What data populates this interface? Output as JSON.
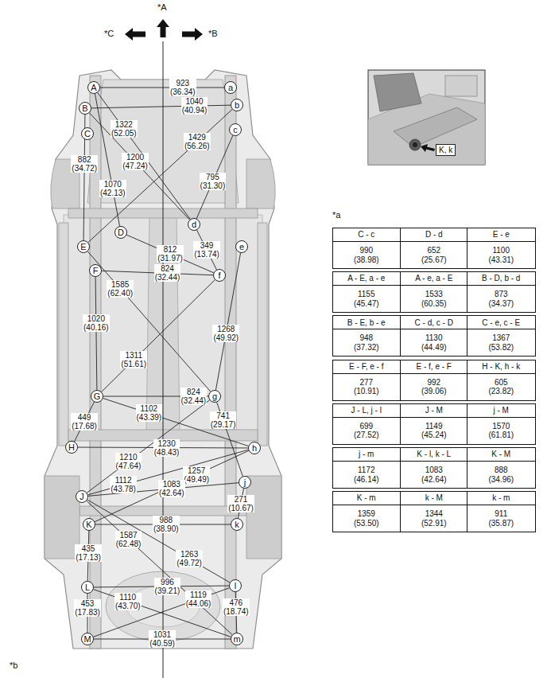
{
  "diagram": {
    "nodes": [
      {
        "text": [
          "A"
        ]
      },
      {
        "text": [
          "a"
        ]
      },
      {
        "text": [
          "B"
        ]
      },
      {
        "text": [
          "b"
        ]
      },
      {
        "text": [
          "C"
        ]
      },
      {
        "text": [
          "c"
        ]
      },
      {
        "text": [
          "D"
        ]
      },
      {
        "text": [
          "d"
        ]
      },
      {
        "text": [
          "E"
        ]
      },
      {
        "text": [
          "e"
        ]
      },
      {
        "text": [
          "F"
        ]
      },
      {
        "text": [
          "f"
        ]
      },
      {
        "text": [
          "G"
        ]
      },
      {
        "text": [
          "g"
        ]
      },
      {
        "text": [
          "H"
        ]
      },
      {
        "text": [
          "h"
        ]
      },
      {
        "text": [
          "J"
        ]
      },
      {
        "text": [
          "j"
        ]
      },
      {
        "text": [
          "K"
        ]
      },
      {
        "text": [
          "k"
        ]
      },
      {
        "text": [
          "L"
        ]
      },
      {
        "text": [
          "l"
        ]
      },
      {
        "text": [
          "M"
        ]
      },
      {
        "text": [
          "m"
        ]
      }
    ],
    "edges": [
      {
        "from": 0,
        "to": 1,
        "arrow": "none",
        "label": "923 (36.34)"
      },
      {
        "from": 2,
        "to": 3,
        "arrow": "none",
        "label": "1040 (40.94)"
      },
      {
        "from": 0,
        "to": 7,
        "arrow": "none",
        "label": "1322 (52.05)"
      },
      {
        "from": 2,
        "to": 7,
        "arrow": "none",
        "label": "1200 (47.24)"
      },
      {
        "from": 3,
        "to": 8,
        "arrow": "none",
        "label": "1429 (56.26)"
      },
      {
        "from": 5,
        "to": 7,
        "arrow": "none",
        "label": "795 (31.30)"
      },
      {
        "from": 2,
        "to": 8,
        "arrow": "none",
        "label": "882 (34.72)"
      },
      {
        "from": 0,
        "to": 6,
        "arrow": "none",
        "label": "1070 (42.13)"
      },
      {
        "from": 6,
        "to": 11,
        "arrow": "none",
        "label": "812 (31.97)"
      },
      {
        "from": 7,
        "to": 11,
        "arrow": "none",
        "label": "349 (13.74)"
      },
      {
        "from": 10,
        "to": 11,
        "arrow": "none",
        "label": "824 (32.44)"
      },
      {
        "from": 8,
        "to": 13,
        "arrow": "none",
        "label": "1585 (62.40)"
      },
      {
        "from": 10,
        "to": 12,
        "arrow": "none",
        "label": "1020 (40.16)"
      },
      {
        "from": 9,
        "to": 13,
        "arrow": "none",
        "label": "1268 (49.92)"
      },
      {
        "from": 12,
        "to": 11,
        "arrow": "none",
        "label": "1311 (51.61)"
      },
      {
        "from": 12,
        "to": 13,
        "arrow": "none",
        "label": "824 (32.44)"
      },
      {
        "from": 12,
        "to": 15,
        "arrow": "none",
        "label": "1102 (43.39)"
      },
      {
        "from": 12,
        "to": 14,
        "arrow": "none",
        "label": "449 (17.68)"
      },
      {
        "from": 13,
        "to": 17,
        "arrow": "none",
        "label": "741 (29.17)"
      },
      {
        "from": 14,
        "to": 15,
        "arrow": "none",
        "label": "1230 (48.43)"
      },
      {
        "from": 13,
        "to": 16,
        "arrow": "none",
        "label": "1210 (47.64)"
      },
      {
        "from": 15,
        "to": 18,
        "arrow": "none",
        "label": "1257 (49.49)"
      },
      {
        "from": 16,
        "to": 15,
        "arrow": "none",
        "label": "1112 (43.78)"
      },
      {
        "from": 16,
        "to": 17,
        "arrow": "none",
        "label": "1083 (42.64)"
      },
      {
        "from": 17,
        "to": 19,
        "arrow": "none",
        "label": "271 (10.67)"
      },
      {
        "from": 18,
        "to": 19,
        "arrow": "none",
        "label": "988 (38.90)"
      },
      {
        "from": 18,
        "to": 20,
        "arrow": "none",
        "label": "435 (17.13)"
      },
      {
        "from": 16,
        "to": 23,
        "arrow": "none",
        "label": "1587 (62.48)"
      },
      {
        "from": 16,
        "to": 21,
        "arrow": "none",
        "label": "1263 (49.72)"
      },
      {
        "from": 20,
        "to": 21,
        "arrow": "none",
        "label": "996 (39.21)"
      },
      {
        "from": 20,
        "to": 22,
        "arrow": "none",
        "label": "453 (17.83)"
      },
      {
        "from": 21,
        "to": 23,
        "arrow": "none",
        "label": "476 (18.74)"
      },
      {
        "from": 20,
        "to": 23,
        "arrow": "none",
        "label": "1110 (43.70)"
      },
      {
        "from": 21,
        "to": 22,
        "arrow": "none",
        "label": "1119 (44.06)"
      },
      {
        "from": 22,
        "to": 23,
        "arrow": "none",
        "label": "1031 (40.59)"
      }
    ],
    "labels": [
      "*A",
      "*C",
      "*B",
      "K, k",
      "*a",
      "C - c",
      "D - d",
      "E - e",
      "990 (38.98)",
      "652 (25.67)",
      "1100 (43.31)",
      "A - E, a - e",
      "A - e, a - E",
      "B - D, b - d",
      "1155 (45.47)",
      "1533 (60.35)",
      "873 (34.37)",
      "B - E, b - e",
      "C - d, c - D",
      "C - e, c - E",
      "948 (37.32)",
      "1130 (44.49)",
      "1367 (53.82)",
      "E - F, e - f",
      "E - f, e - F",
      "H - K, h - k",
      "277 (10.91)",
      "992 (39.06)",
      "605 (23.82)",
      "J - L, j - l",
      "J - M",
      "j - M",
      "699 (27.52)",
      "1149 (45.24)",
      "1570 (61.81)",
      "j - m",
      "K - l, k - L",
      "K - M",
      "1172 (46.14)",
      "1083 (42.64)",
      "888 (34.96)",
      "K - m",
      "k - M",
      "k - m",
      "1359 (53.50)",
      "1344 (52.91)",
      "911 (35.87)",
      "*b"
    ]
  }
}
